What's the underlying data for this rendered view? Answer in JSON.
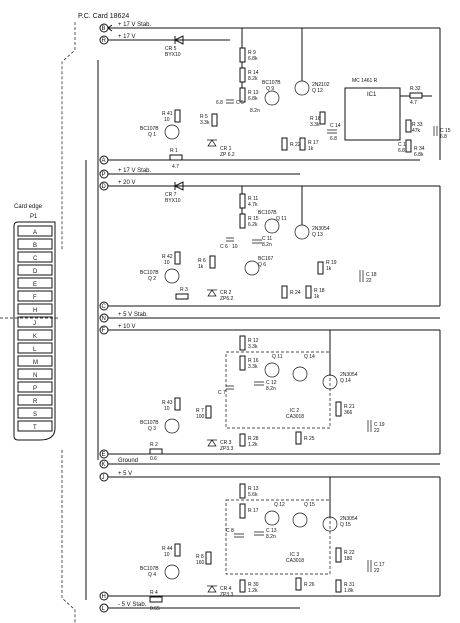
{
  "header": {
    "card_label": "P.C. Card 18624"
  },
  "rails": {
    "B": "+ 17 V  Stab.",
    "R": "+ 17 V",
    "P": "+ 17 V  Stab.",
    "D": "+ 20 V",
    "N": "+ 5 V  Stab.",
    "F": "+ 10 V",
    "K": "Ground",
    "J": "+ 5 V",
    "L": "- 5 V  Stab."
  },
  "edge_connector": {
    "title": "Card edge",
    "ref": "P1",
    "pins": [
      "A",
      "B",
      "C",
      "D",
      "E",
      "F",
      "H",
      "J",
      "K",
      "L",
      "M",
      "N",
      "P",
      "R",
      "S",
      "T"
    ]
  },
  "terminals": [
    "B",
    "R",
    "A",
    "P",
    "D",
    "C",
    "N",
    "F",
    "E",
    "K",
    "J",
    "H",
    "L"
  ],
  "stages": [
    {
      "id": "stage1",
      "parts": [
        {
          "ref": "CR 5",
          "val": "BYX10"
        },
        {
          "ref": "R 9",
          "val": "6.8k"
        },
        {
          "ref": "R 14",
          "val": "8.2k"
        },
        {
          "ref": "R 13",
          "val": "6.8k"
        },
        {
          "ref": "Q 9",
          "val": "BC107B"
        },
        {
          "ref": "Q 12",
          "val": "2N2102"
        },
        {
          "ref": "IC1",
          "val": "MC 1461 R"
        },
        {
          "ref": "R 32",
          "val": "4.7"
        },
        {
          "ref": "R 41",
          "val": "10"
        },
        {
          "ref": "Q 1",
          "val": "BC107B"
        },
        {
          "ref": "R 5",
          "val": "3.3k"
        },
        {
          "ref": "C 5",
          "val": "6.8"
        },
        {
          "ref": "C 8",
          "val": "8.2n"
        },
        {
          "ref": "R 16",
          "val": "3.3k"
        },
        {
          "ref": "C 14",
          "val": "6.8"
        },
        {
          "ref": "R 33",
          "val": "47k"
        },
        {
          "ref": "C 15",
          "val": "6.8"
        },
        {
          "ref": "C 16",
          "val": "6.8"
        },
        {
          "ref": "R 34",
          "val": "6.8k"
        },
        {
          "ref": "CR 1",
          "val": "ZP 6.2"
        },
        {
          "ref": "R 1",
          "val": "4.7"
        },
        {
          "ref": "R 22",
          "val": ""
        },
        {
          "ref": "R 17",
          "val": "1k"
        }
      ]
    },
    {
      "id": "stage2",
      "parts": [
        {
          "ref": "CR 7",
          "val": "BYX10"
        },
        {
          "ref": "R 11",
          "val": "4.7k"
        },
        {
          "ref": "R 15",
          "val": "6.2k"
        },
        {
          "ref": "Q 11",
          "val": "BC107B"
        },
        {
          "ref": "Q 13",
          "val": "2N3054"
        },
        {
          "ref": "C 11",
          "val": "8.2n"
        },
        {
          "ref": "C 6",
          "val": "10"
        },
        {
          "ref": "R 42",
          "val": "10"
        },
        {
          "ref": "Q 2",
          "val": "BC107B"
        },
        {
          "ref": "R 6",
          "val": "1k"
        },
        {
          "ref": "Q 6",
          "val": "BC167"
        },
        {
          "ref": "R 19",
          "val": "1k"
        },
        {
          "ref": "C 18",
          "val": "22"
        },
        {
          "ref": "R 3",
          "val": ""
        },
        {
          "ref": "CR 2",
          "val": "ZP6.2"
        },
        {
          "ref": "R 24",
          "val": ""
        },
        {
          "ref": "R 18",
          "val": "1k"
        }
      ]
    },
    {
      "id": "stage3",
      "parts": [
        {
          "ref": "R 12",
          "val": "3.3k"
        },
        {
          "ref": "R 16",
          "val": "3.3k"
        },
        {
          "ref": "Q 11",
          "val": ""
        },
        {
          "ref": "Q 14",
          "val": "2N3054"
        },
        {
          "ref": "C 7",
          "val": ""
        },
        {
          "ref": "C 12",
          "val": "8.2n"
        },
        {
          "ref": "R 43",
          "val": "10"
        },
        {
          "ref": "Q 3",
          "val": "BC107B"
        },
        {
          "ref": "R 7",
          "val": "100"
        },
        {
          "ref": "IC 2",
          "val": "CA3018"
        },
        {
          "ref": "R 21",
          "val": "366"
        },
        {
          "ref": "C 19",
          "val": "22"
        },
        {
          "ref": "CR 3",
          "val": "ZP3.3"
        },
        {
          "ref": "R 28",
          "val": "1.2k"
        },
        {
          "ref": "R 25",
          "val": ""
        },
        {
          "ref": "R 2",
          "val": ""
        }
      ]
    },
    {
      "id": "stage4",
      "parts": [
        {
          "ref": "R 13",
          "val": "5.6k"
        },
        {
          "ref": "R 17",
          "val": ""
        },
        {
          "ref": "Q 12",
          "val": ""
        },
        {
          "ref": "Q 15",
          "val": "2N3054"
        },
        {
          "ref": "C 8",
          "val": ""
        },
        {
          "ref": "C 13",
          "val": "8.2n"
        },
        {
          "ref": "R 44",
          "val": "10"
        },
        {
          "ref": "Q 4",
          "val": "BC107B"
        },
        {
          "ref": "R 8",
          "val": "160"
        },
        {
          "ref": "IC 3",
          "val": "CA3018"
        },
        {
          "ref": "R 22",
          "val": "180"
        },
        {
          "ref": "C 17",
          "val": "22"
        },
        {
          "ref": "CR 4",
          "val": "ZP3.3"
        },
        {
          "ref": "R 30",
          "val": "1.2k"
        },
        {
          "ref": "R 26",
          "val": ""
        },
        {
          "ref": "R 31",
          "val": "1.8k"
        },
        {
          "ref": "R 4",
          "val": "0.65"
        }
      ]
    }
  ],
  "misc_labels": {
    "r2_value": "0.6"
  }
}
